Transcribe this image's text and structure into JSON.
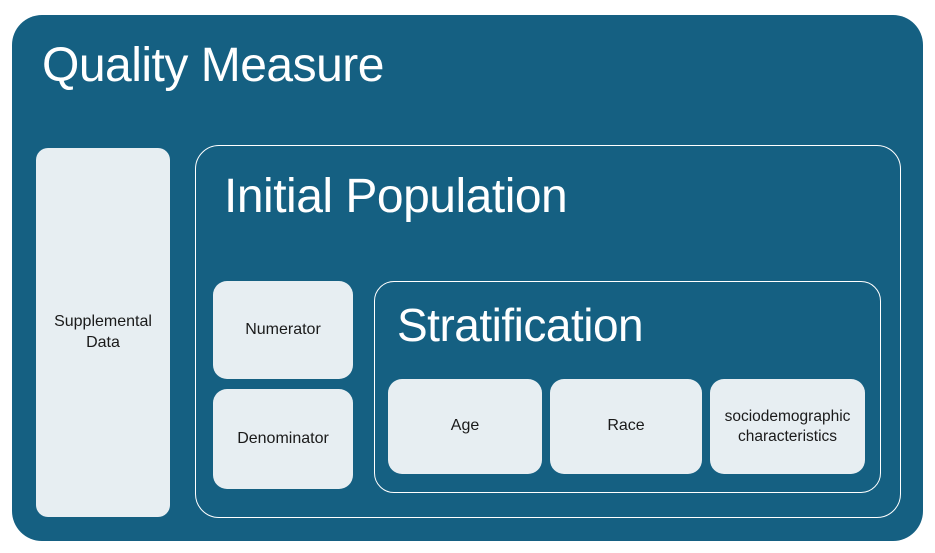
{
  "diagram": {
    "title": "Quality Measure",
    "supplemental": {
      "label": "Supplemental Data"
    },
    "initial_population": {
      "title": "Initial Population",
      "numerator_label": "Numerator",
      "denominator_label": "Denominator",
      "stratification": {
        "title": "Stratification",
        "items": [
          "Age",
          "Race",
          "sociodemographic characteristics"
        ]
      }
    }
  },
  "colors": {
    "container_fill": "#156082",
    "light_box_fill": "#e7eef2",
    "outline": "#ffffff",
    "title_text": "#ffffff",
    "label_text": "#1a1a1a",
    "page_background": "#ffffff"
  }
}
